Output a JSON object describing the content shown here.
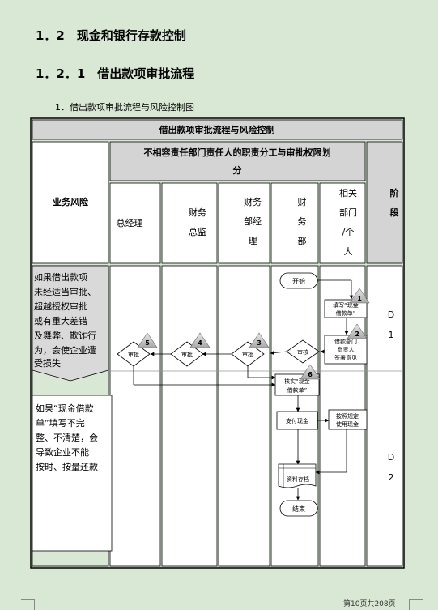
{
  "heading1": "1．2　现金和银行存款控制",
  "heading2": "1．2．1　借出款项审批流程",
  "caption": "1．借出款项审批流程与风险控制图",
  "table": {
    "title": "借出款项审批流程与风险控制",
    "risk_header": "业务风险",
    "duty_header_line1": "不相容责任部门责任人的职责分工与审批权限划",
    "duty_header_line2": "分",
    "stage_header_line1": "阶",
    "stage_header_line2": "段",
    "columns": [
      {
        "lines": [
          "总经理"
        ]
      },
      {
        "lines": [
          "财务",
          "总监"
        ]
      },
      {
        "lines": [
          "财务",
          "部经",
          "理"
        ]
      },
      {
        "lines": [
          "财",
          "务",
          "部"
        ]
      },
      {
        "lines": [
          "相关",
          "部门",
          "/个",
          "人"
        ]
      }
    ],
    "risks": [
      {
        "lines": [
          "如果借出款项",
          "未经适当审批、",
          "超越授权审批",
          "或有重大差错",
          "及舞弊、欺诈行",
          "为，会使企业遭",
          "受损失"
        ]
      },
      {
        "lines": [
          "如果“现金借款",
          "单”填写不完",
          "整、不清楚，会",
          "导致企业不能",
          "按时、按量还款"
        ]
      }
    ],
    "stages": [
      {
        "lines": [
          "D",
          "1"
        ]
      },
      {
        "lines": [
          "D",
          "2"
        ]
      }
    ]
  },
  "flow": {
    "start": "开始",
    "fill_form": [
      "填写“现金",
      "借款单”"
    ],
    "dept_opinion": [
      "借款部门",
      "负责人",
      "签署意见"
    ],
    "review": "审核",
    "approve": "审批",
    "verify": [
      "核实“现金",
      "借款单”"
    ],
    "pay_cash": "支付现金",
    "use_cash": [
      "按照规定",
      "使用现金"
    ],
    "archive": "资料存档",
    "end": "结束",
    "markers": [
      "1",
      "2",
      "3",
      "4",
      "5",
      "6"
    ]
  },
  "footer": "第10页共208页"
}
